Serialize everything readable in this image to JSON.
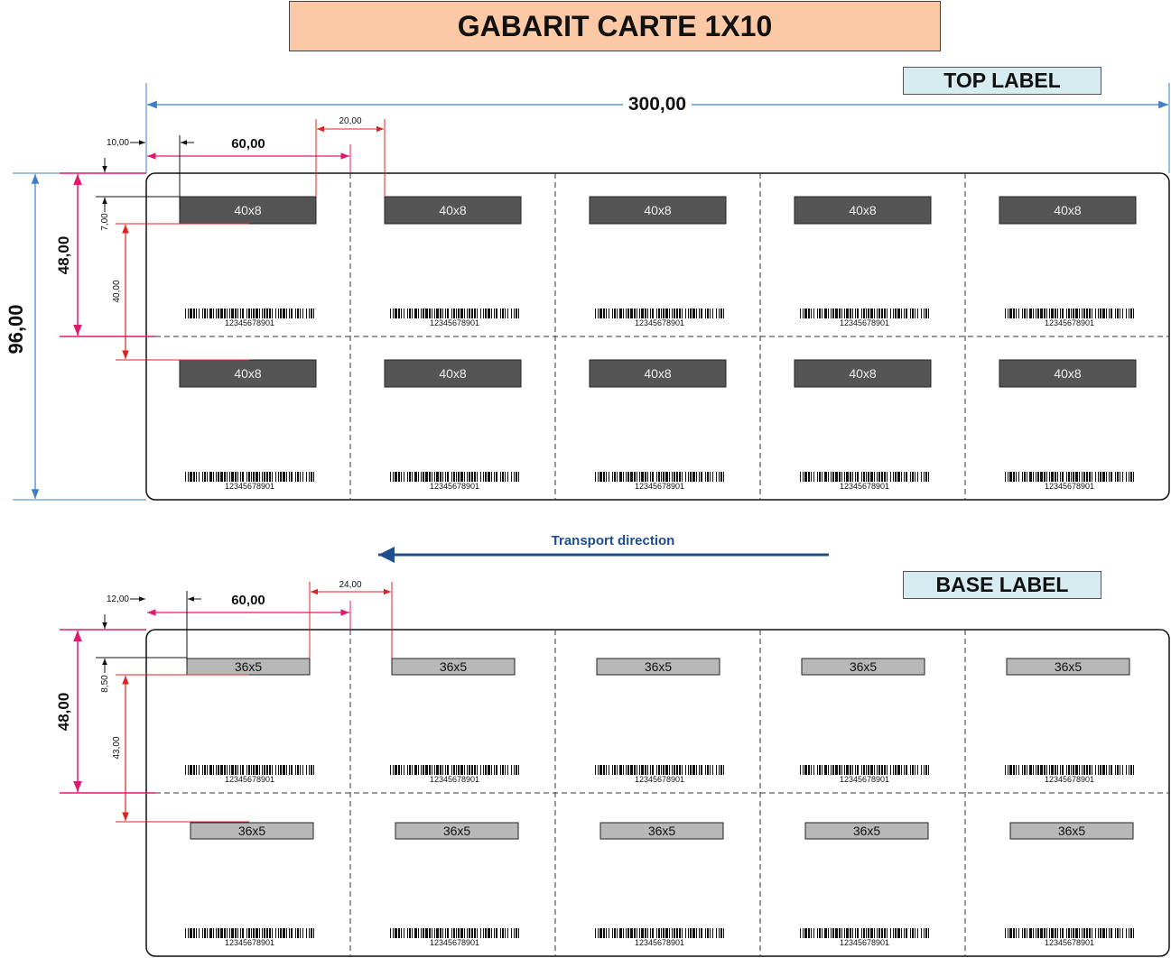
{
  "title": "GABARIT CARTE 1X10",
  "top_label": "TOP LABEL",
  "base_label": "BASE LABEL",
  "transport_direction": "Transport direction",
  "colors": {
    "title_bg": "#fbc9a6",
    "label_bg": "#d6ecf1",
    "dim_blue": "#3f7fc6",
    "dim_red": "#e02020",
    "dim_pink": "#e0186e",
    "transport_arrow": "#1f4e8c",
    "top_chip": "#555555",
    "base_chip": "#b8b8b8"
  },
  "top": {
    "total_width": "300,00",
    "total_height": "96,00",
    "half_height": "48,00",
    "cell_width": "60,00",
    "left_offset": "10,00",
    "gap": "20,00",
    "top_offset": "7,00",
    "row_pitch": "40,00",
    "chip_label": "40x8",
    "barcode_number": "12345678901"
  },
  "base": {
    "half_height": "48,00",
    "cell_width": "60,00",
    "left_offset": "12,00",
    "gap": "24,00",
    "top_offset": "8,50",
    "row_pitch": "43,00",
    "chip_label": "36x5",
    "barcode_number": "12345678901"
  }
}
